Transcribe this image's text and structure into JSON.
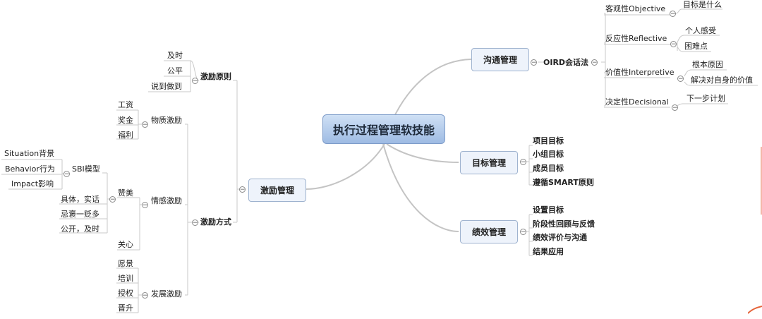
{
  "central": "执行过程管理软技能",
  "branches": {
    "communication": {
      "label": "沟通管理",
      "method": "OIRD会话法",
      "items": [
        {
          "label": "客观性Objective",
          "children": [
            "目标是什么"
          ]
        },
        {
          "label": "反应性Reflective",
          "children": [
            "个人感受",
            "困难点"
          ]
        },
        {
          "label": "价值性Interpretive",
          "children": [
            "根本原因",
            "解决对自身的价值"
          ]
        },
        {
          "label": "决定性Decisional",
          "children": [
            "下一步计划"
          ]
        }
      ]
    },
    "goal": {
      "label": "目标管理",
      "items": [
        "项目目标",
        "小组目标",
        "成员目标",
        "遵循SMART原则"
      ]
    },
    "performance": {
      "label": "绩效管理",
      "items": [
        "设置目标",
        "阶段性回顾与反馈",
        "绩效评价与沟通",
        "结果应用"
      ]
    },
    "incentive": {
      "label": "激励管理",
      "principles": {
        "label": "激励原则",
        "items": [
          "及时",
          "公平",
          "说到做到"
        ]
      },
      "methods": {
        "label": "激励方式",
        "material": {
          "label": "物质激励",
          "items": [
            "工资",
            "奖金",
            "福利"
          ]
        },
        "emotional": {
          "label": "情感激励",
          "praise": {
            "label": "赞美",
            "sbi": {
              "label": "SBI模型",
              "items": [
                "Situation背景",
                "Behavior行为",
                "Impact影响"
              ]
            },
            "items": [
              "具体，实话",
              "忌褒一贬多",
              "公开，及时"
            ]
          },
          "care": "关心"
        },
        "development": {
          "label": "发展激励",
          "items": [
            "愿景",
            "培训",
            "授权",
            "晋升"
          ]
        }
      }
    }
  }
}
